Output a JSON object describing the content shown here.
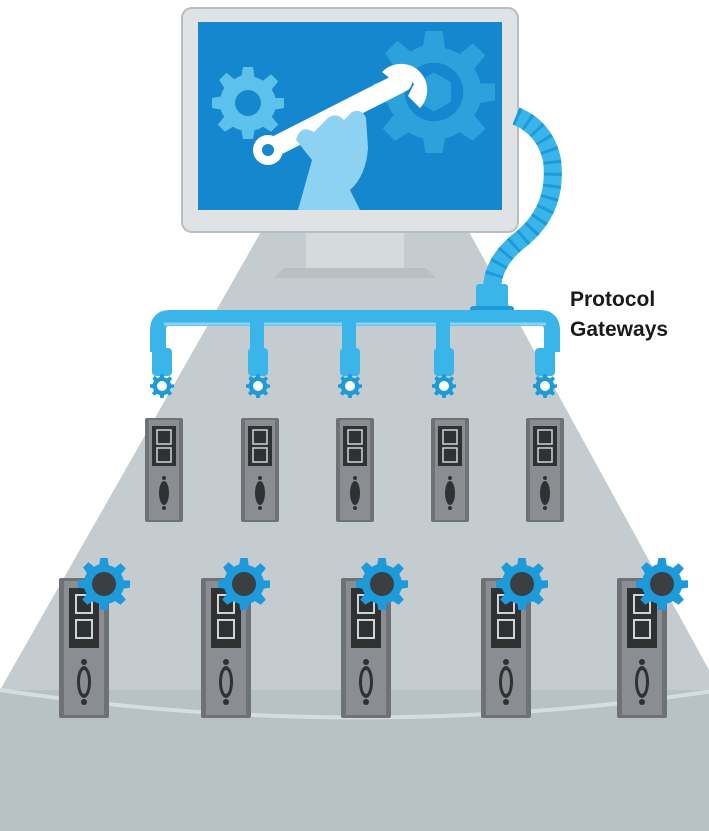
{
  "label": {
    "lines": [
      "Protocol",
      "Gateways"
    ]
  },
  "colors": {
    "screen": "#1487cf",
    "gear_light": "#5cc2ec",
    "gear_dark": "#2ba2dc",
    "hand": "#8dd3f1",
    "cable": "#3ab5ea",
    "gear_icon": "#1c9ad9",
    "floor": "#c4ccd0",
    "floor_edge": "#a8b1b6",
    "device_body": "#7a7e82",
    "device_face": "#2f3133",
    "monitor_frame": "#dfe3e6"
  },
  "diagram": {
    "top_row_gateways": 5,
    "bottom_row_gateways": 5
  }
}
